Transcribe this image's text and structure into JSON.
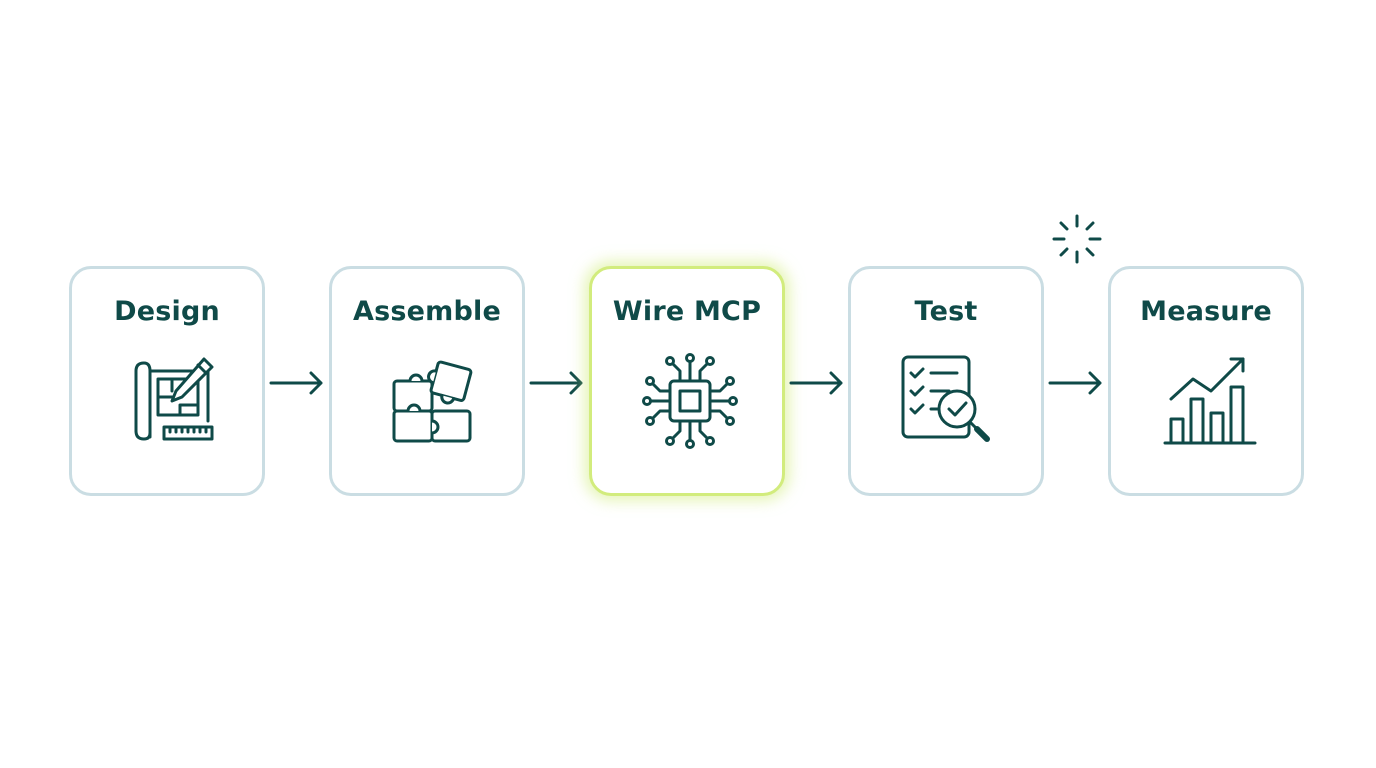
{
  "colors": {
    "ink": "#0f4a48",
    "card_border": "#cadde3",
    "active_border": "#d2ec7d",
    "background": "#ffffff"
  },
  "steps": [
    {
      "label": "Design",
      "icon": "blueprint-pencil-icon",
      "active": false
    },
    {
      "label": "Assemble",
      "icon": "puzzle-icon",
      "active": false
    },
    {
      "label": "Wire MCP",
      "icon": "circuit-chip-icon",
      "active": true
    },
    {
      "label": "Test",
      "icon": "checklist-magnifier-icon",
      "active": false
    },
    {
      "label": "Measure",
      "icon": "bar-chart-trend-icon",
      "active": false
    }
  ],
  "connectors": [
    "arrow-right-icon",
    "arrow-right-icon",
    "arrow-right-icon",
    "arrow-right-icon"
  ],
  "decoration": {
    "icon": "sparkle-icon"
  }
}
